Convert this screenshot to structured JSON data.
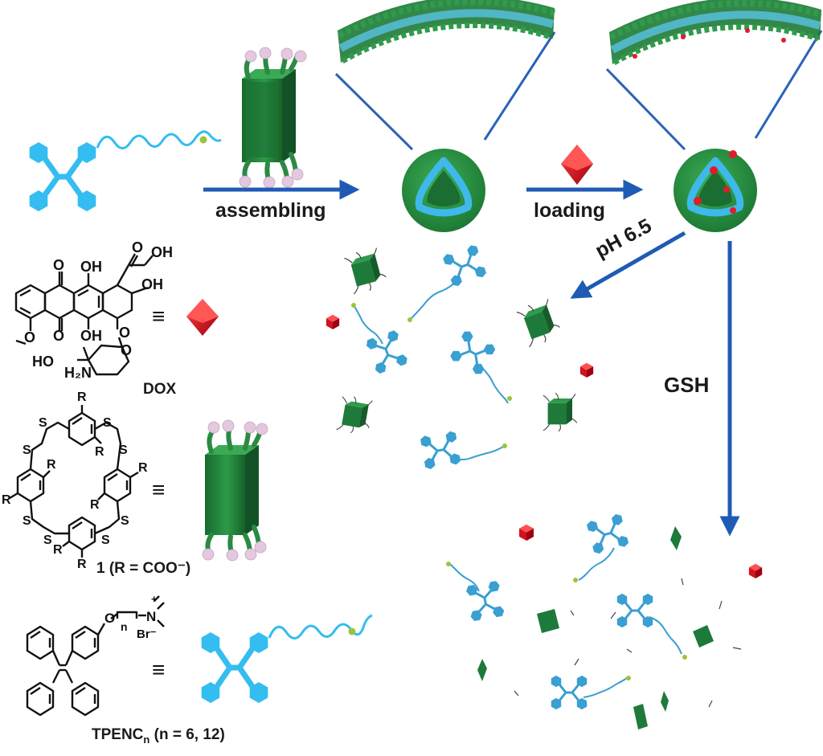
{
  "labels": {
    "assembling": "assembling",
    "loading": "loading",
    "ph": "pH 6.5",
    "gsh": "GSH",
    "dox": "DOX",
    "compound1": "1  (R = COO⁻)",
    "tpe_main": "TPENC",
    "tpe_sub": "n",
    "tpe_tail": " (n = 6, 12)"
  },
  "chem_text": {
    "oh1": "OH",
    "oh2": "OH",
    "oh3": "OH",
    "o1": "O",
    "o2": "O",
    "o3": "O",
    "o4": "O",
    "o5": "O",
    "o_methoxy": "O",
    "ho": "HO",
    "h2n": "H₂N",
    "equiv1": "≡",
    "equiv2": "≡",
    "equiv3": "≡",
    "r": "R",
    "s": "S",
    "tpe_o": "O",
    "tpe_n": "N",
    "tpe_plus": "+",
    "tpe_nsub": "n",
    "tpe_br": "Br⁻"
  },
  "colors": {
    "tpe_blue": "#33bdf0",
    "macrocycle_green": "#1e7a3a",
    "vesicle_green": "#26913f",
    "vesicle_blue": "#3fb8ea",
    "dox_red": "#d01420",
    "arrow_blue": "#1f5bb5",
    "knob_pink": "#e3c8df",
    "chain_yellow": "#9bc43c"
  },
  "icons": [
    "tpe-amphiphile-icon",
    "macrocycle-cage-icon",
    "vesicle-icon",
    "drug-loaded-vesicle-icon",
    "dox-drug-icon",
    "membrane-section-icon"
  ]
}
